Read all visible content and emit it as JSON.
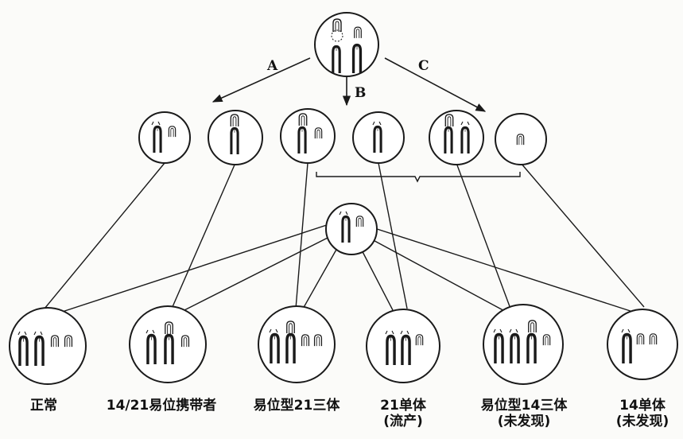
{
  "paths": {
    "a": "A",
    "b": "B",
    "c": "C"
  },
  "outcomes": [
    {
      "label": "正常",
      "note": ""
    },
    {
      "label": "14/21易位携带者",
      "note": ""
    },
    {
      "label": "易位型21三体",
      "note": ""
    },
    {
      "label": "21单体",
      "note": "(流产)"
    },
    {
      "label": "易位型14三体",
      "note": "(未发现)"
    },
    {
      "label": "14单体",
      "note": "(未发现)"
    }
  ]
}
